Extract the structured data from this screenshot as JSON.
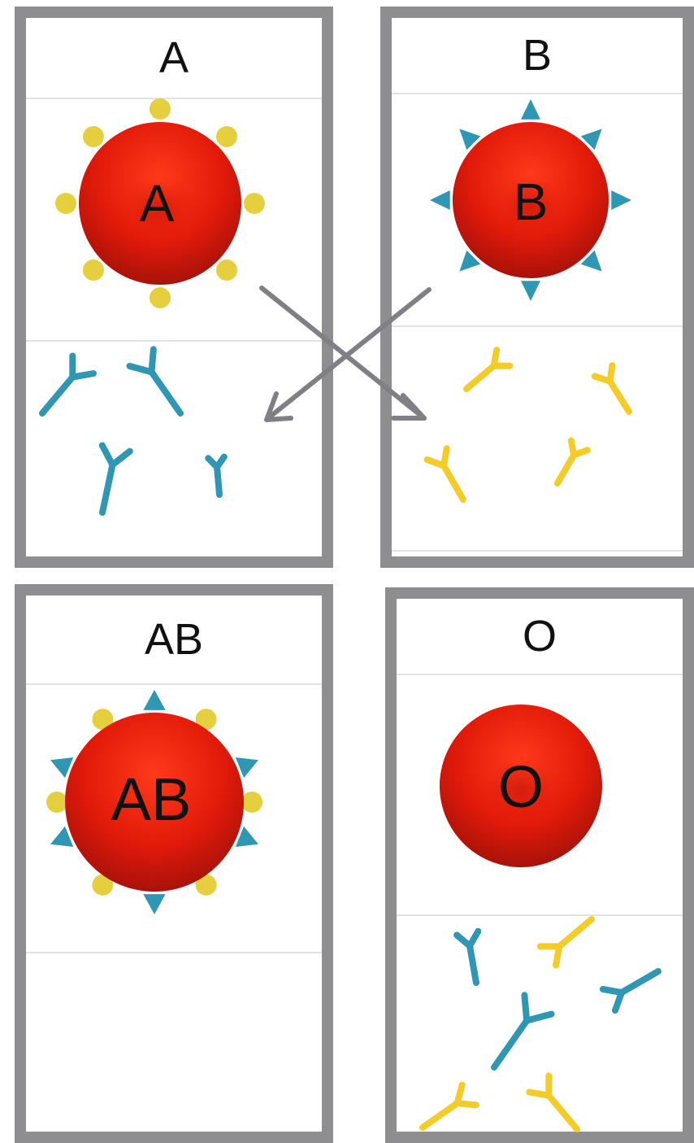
{
  "colors": {
    "frame": "#8e8e91",
    "cell_red": "#e21a0a",
    "antigen_a": "#e5cf3e",
    "antigen_b": "#2f96b4",
    "antibody_blue": "#2f96b4",
    "antibody_yellow": "#f3cc2a",
    "arrow": "#7f7f85"
  },
  "panels": {
    "a": {
      "title": "A",
      "cell_label": "A"
    },
    "b": {
      "title": "B",
      "cell_label": "B"
    },
    "ab": {
      "title": "AB",
      "cell_label": "AB"
    },
    "o": {
      "title": "O",
      "cell_label": "O"
    }
  }
}
